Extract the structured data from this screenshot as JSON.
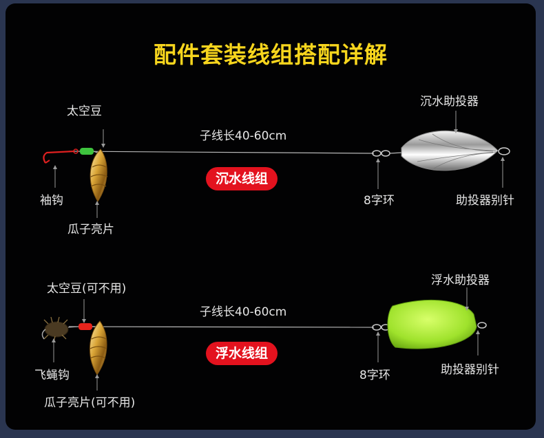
{
  "title": "配件套装线组搭配详解",
  "sinking": {
    "badge": "沉水线组",
    "line_label": "子线长40-60cm",
    "bean_label": "太空豆",
    "hook_label": "袖钩",
    "spoon_label": "瓜子亮片",
    "swivel_label": "8字环",
    "caster_label": "沉水助投器",
    "pin_label": "助投器别针"
  },
  "floating": {
    "badge": "浮水线组",
    "line_label": "子线长40-60cm",
    "bean_label": "太空豆(可不用)",
    "hook_label": "飞蝇钩",
    "spoon_label": "瓜子亮片(可不用)",
    "swivel_label": "8字环",
    "caster_label": "浮水助投器",
    "pin_label": "助投器别针"
  },
  "colors": {
    "title": "#f7d51d",
    "badge": "#e3121e",
    "float_caster": "#b5f23a",
    "bean_sinking": "#3ec43e",
    "bean_floating": "#e8241c",
    "hook": "#e02020",
    "spoon": "#c9962a"
  }
}
